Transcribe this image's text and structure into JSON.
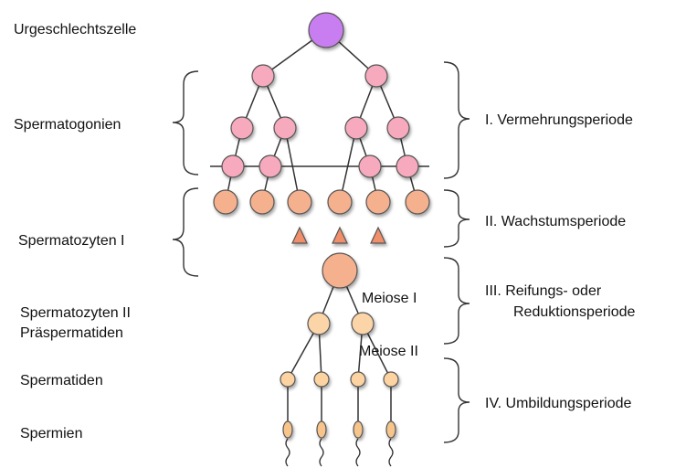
{
  "left_labels": {
    "urgeschlechtszelle": "Urgeschlechtszelle",
    "spermatogonien": "Spermatogonien",
    "spermatozyten_1": "Spermatozyten I",
    "spermatozyten_2": "Spermatozyten II",
    "praespermatiden": "Präspermatiden",
    "spermatiden": "Spermatiden",
    "spermien": "Spermien"
  },
  "right_labels": {
    "vermehrung": "I. Vermehrungsperiode",
    "wachstum": "II. Wachstumsperiode",
    "reifung_line1": "III. Reifungs- oder",
    "reifung_line2": "Reduktionsperiode",
    "umbildung": "IV. Umbildungsperiode"
  },
  "annotations": {
    "meiose_1": "Meiose I",
    "meiose_2": "Meiose II"
  },
  "colors": {
    "primordial": "#c87ef0",
    "spermatogonium": "#f7a9bd",
    "spermatocyte": "#f5b08e",
    "triangle": "#f08f6a",
    "secondary": "#fbd4a8",
    "spermatid": "#fcd3a1",
    "sperm_head": "#f7c58b",
    "stroke": "#555555",
    "line": "#333333",
    "bracket": "#333333"
  }
}
